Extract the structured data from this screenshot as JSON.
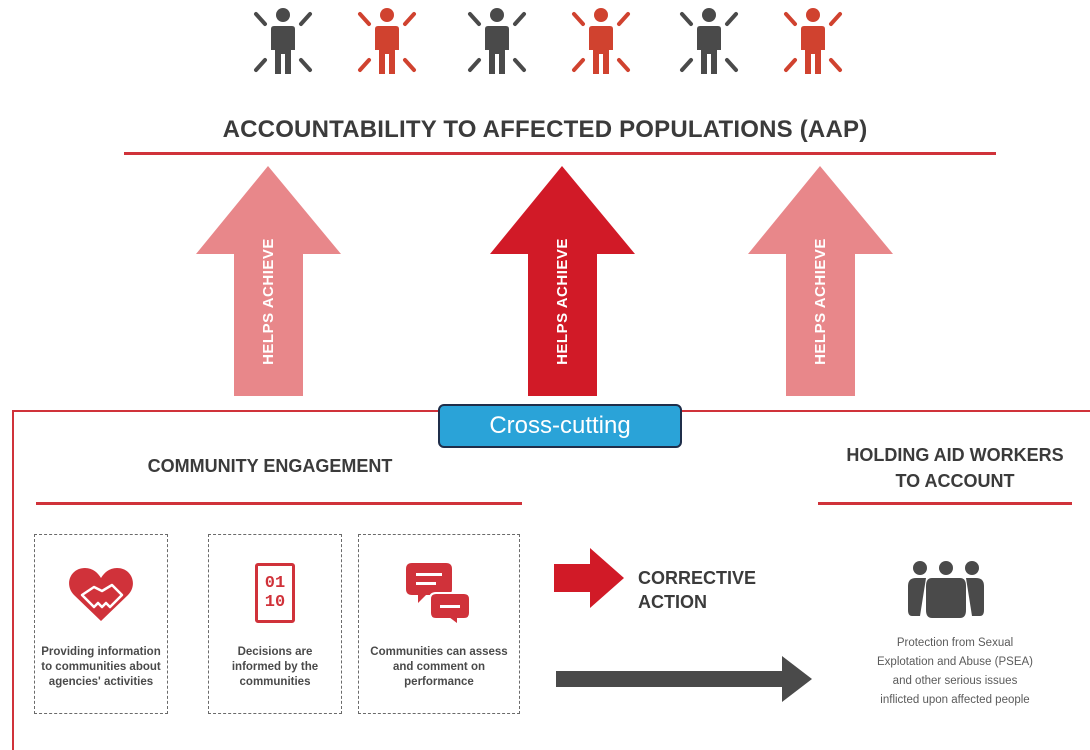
{
  "header": {
    "title": "ACCOUNTABILITY TO AFFECTED POPULATIONS (AAP)",
    "people_colors": [
      "#4a4a4a",
      "#d0422f",
      "#4a4a4a",
      "#d0422f",
      "#4a4a4a",
      "#d0422f"
    ]
  },
  "arrows": [
    {
      "label": "HELPS ACHIEVE",
      "color": "#e8878a"
    },
    {
      "label": "HELPS ACHIEVE",
      "color": "#d11a27"
    },
    {
      "label": "HELPS ACHIEVE",
      "color": "#e8878a"
    }
  ],
  "badge": {
    "label": "Cross-cutting"
  },
  "community": {
    "title": "COMMUNITY ENGAGEMENT",
    "cards": [
      {
        "icon": "heart-handshake-icon",
        "text": "Providing information to communities about agencies' activities"
      },
      {
        "icon": "binary-document-icon",
        "binary_top": "01",
        "binary_bottom": "10",
        "text": "Decisions are informed by the communities"
      },
      {
        "icon": "chat-bubbles-icon",
        "text": "Communities can assess and comment on performance"
      }
    ]
  },
  "corrective": {
    "line1": "CORRECTIVE",
    "line2": "ACTION"
  },
  "accountability": {
    "title_line1": "HOLDING AID WORKERS",
    "title_line2": "TO ACCOUNT",
    "psea_lines": [
      "Protection from Sexual",
      "Explotation and Abuse (PSEA)",
      "and other serious issues",
      "inflicted upon affected people"
    ]
  },
  "colors": {
    "accent": "#d0323a",
    "dark": "#3b3b3b",
    "badge": "#2aa3d8"
  }
}
